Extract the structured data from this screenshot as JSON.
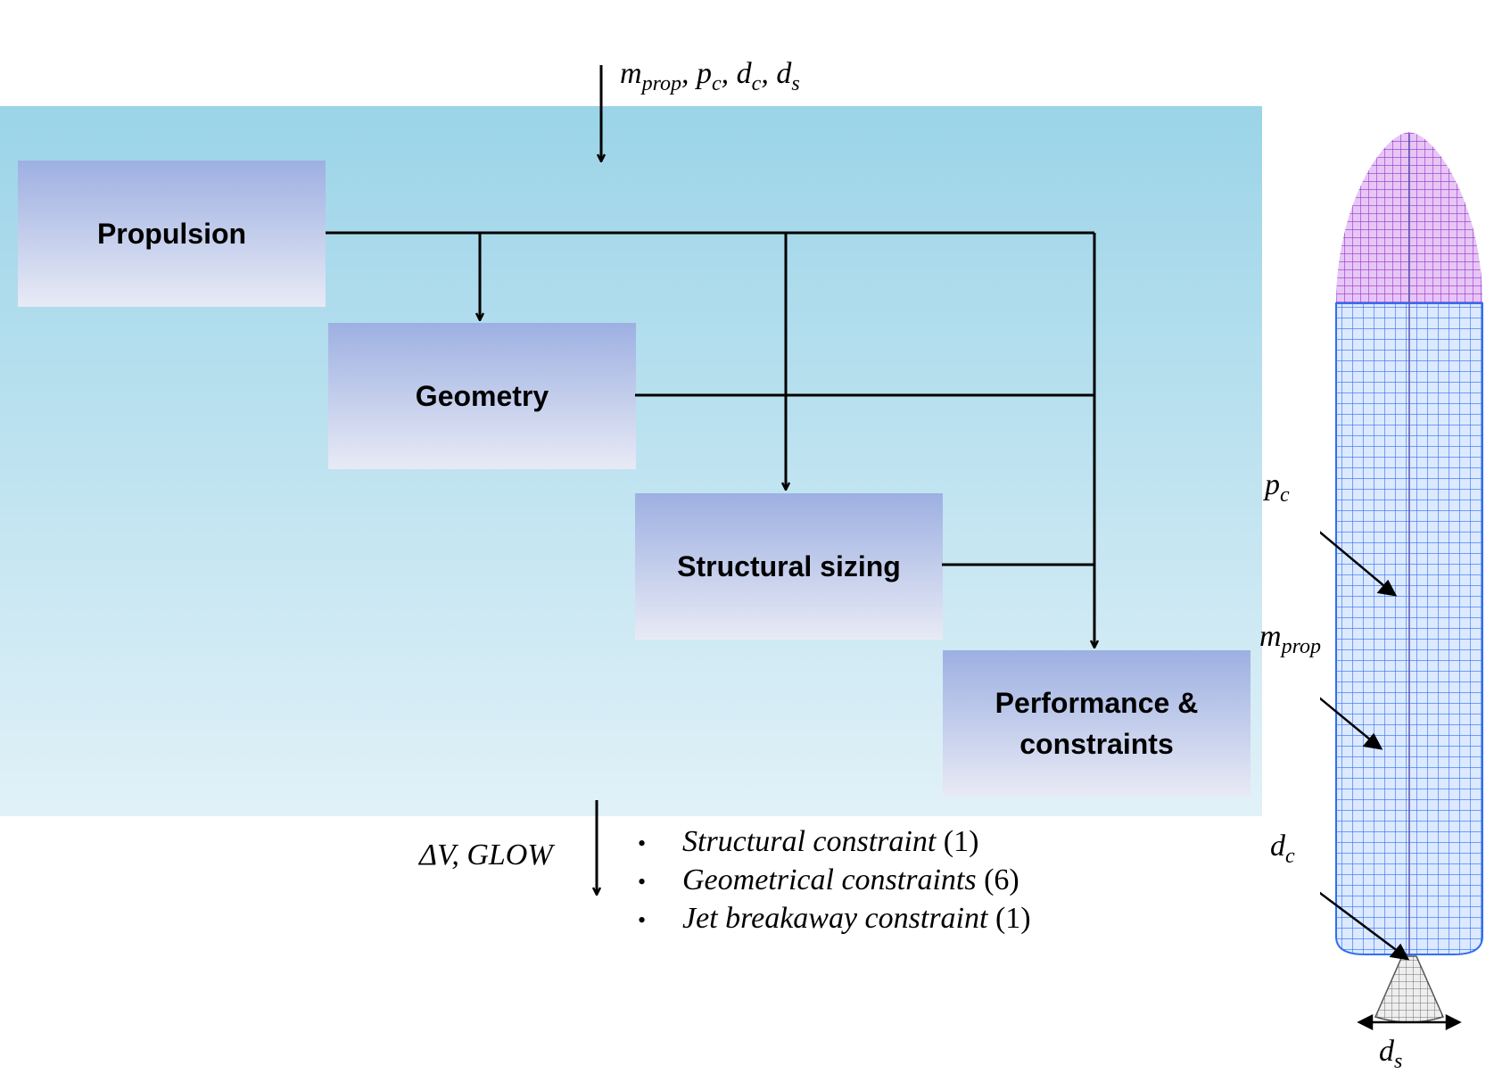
{
  "blocks": {
    "propulsion": "Propulsion",
    "geometry": "Geometry",
    "structural": "Structural sizing",
    "performance_line1": "Performance &",
    "performance_line2": "constraints"
  },
  "inputs": {
    "m_base": "m",
    "m_sub": "prop",
    "pc_base": "p",
    "pc_sub": "c",
    "dc_base": "d",
    "dc_sub": "c",
    "ds_base": "d",
    "ds_sub": "s",
    "sep": ", "
  },
  "outputs": {
    "label": "ΔV, GLOW"
  },
  "constraints": [
    {
      "bullet": "•",
      "name": "Structural constraint",
      "count": "(1)"
    },
    {
      "bullet": "•",
      "name": "Geometrical constraints",
      "count": "(6)"
    },
    {
      "bullet": "•",
      "name": "Jet breakaway constraint",
      "count": "(1)"
    }
  ],
  "rocket_labels": {
    "pc_base": "p",
    "pc_sub": "c",
    "m_base": "m",
    "m_sub": "prop",
    "dc_base": "d",
    "dc_sub": "c",
    "ds_base": "d",
    "ds_sub": "s"
  },
  "colors": {
    "panel_top": "#9bd4e8",
    "panel_bottom": "#e1f1f8",
    "box_top": "#9db0e2",
    "box_bottom": "#e8eaf5",
    "nose": "#9b30d0",
    "body_mesh": "#2f6ff0",
    "nozzle_mesh": "#707070"
  }
}
